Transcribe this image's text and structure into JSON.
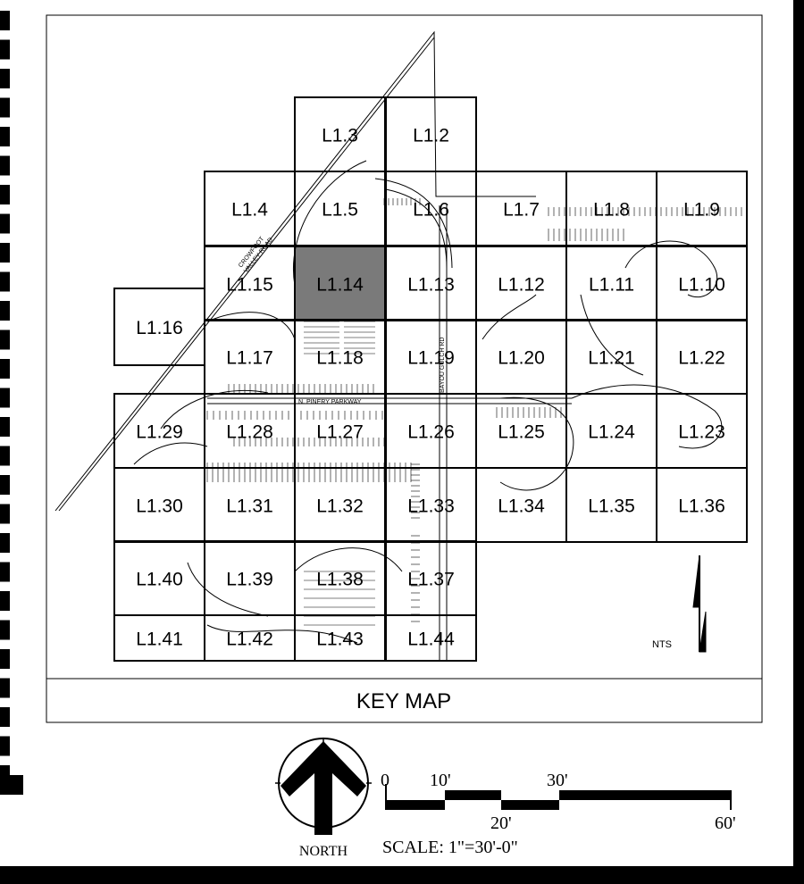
{
  "title": "KEY MAP",
  "nts": "NTS",
  "highlighted_sheet": "L1.14",
  "colors": {
    "highlight": "#7a7a7a",
    "ink": "#000000",
    "paper": "#ffffff"
  },
  "grid_cells": [
    "L1.2",
    "L1.3",
    "L1.4",
    "L1.5",
    "L1.6",
    "L1.7",
    "L1.8",
    "L1.9",
    "L1.10",
    "L1.11",
    "L1.12",
    "L1.13",
    "L1.14",
    "L1.15",
    "L1.16",
    "L1.17",
    "L1.18",
    "L1.19",
    "L1.20",
    "L1.21",
    "L1.22",
    "L1.23",
    "L1.24",
    "L1.25",
    "L1.26",
    "L1.27",
    "L1.28",
    "L1.29",
    "L1.30",
    "L1.31",
    "L1.32",
    "L1.33",
    "L1.34",
    "L1.35",
    "L1.36",
    "L1.37",
    "L1.38",
    "L1.39",
    "L1.40",
    "L1.41",
    "L1.42",
    "L1.43",
    "L1.44"
  ],
  "streets": {
    "crowfoot_line1": "CROWFOOT",
    "crowfoot_line2": "VALLEY ROAD",
    "pinery": "N. PINERY PARKWAY",
    "bayou": "BAYOU GULCH RD"
  },
  "north_label": "NORTH",
  "scale": {
    "ticks": [
      "0",
      "10'",
      "20'",
      "30'",
      "60'"
    ],
    "text": "SCALE: 1\"=30'-0\""
  }
}
